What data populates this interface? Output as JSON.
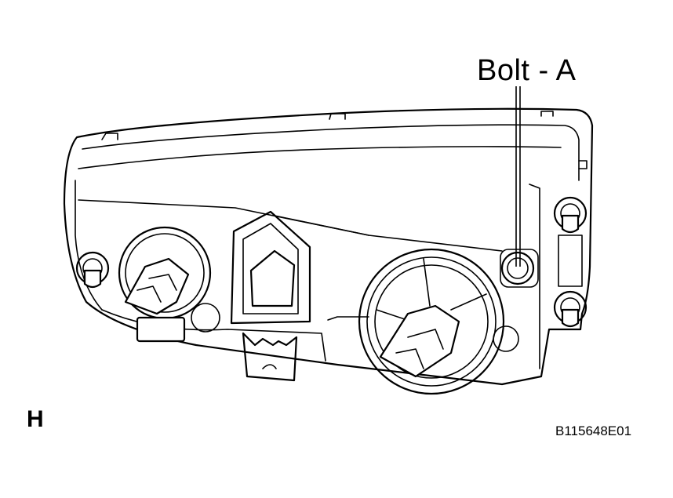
{
  "callout": {
    "label": "Bolt - A"
  },
  "view": {
    "letter": "H"
  },
  "figure": {
    "id": "B115648E01"
  }
}
